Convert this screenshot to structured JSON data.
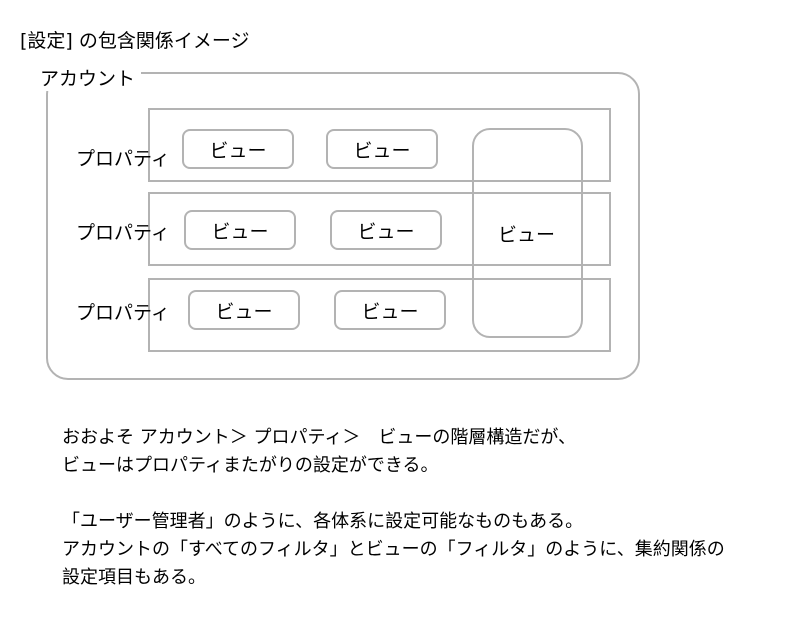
{
  "title": "[設定] の包含関係イメージ",
  "account": {
    "label": "アカウント"
  },
  "properties": [
    {
      "label": "プロパティ",
      "views": [
        "ビュー",
        "ビュー"
      ]
    },
    {
      "label": "プロパティ",
      "views": [
        "ビュー",
        "ビュー"
      ]
    },
    {
      "label": "プロパティ",
      "views": [
        "ビュー",
        "ビュー"
      ]
    }
  ],
  "shared_view": {
    "label": "ビュー"
  },
  "notes": {
    "para1": [
      "おおよそ アカウント＞ プロパティ＞　ビューの階層構造だが、",
      "ビューはプロパティまたがりの設定ができる。"
    ],
    "para2": [
      "「ユーザー管理者」のように、各体系に設定可能なものもある。",
      "アカウントの「すべてのフィルタ」とビューの「フィルタ」のように、集約関係の",
      "設定項目もある。"
    ]
  }
}
